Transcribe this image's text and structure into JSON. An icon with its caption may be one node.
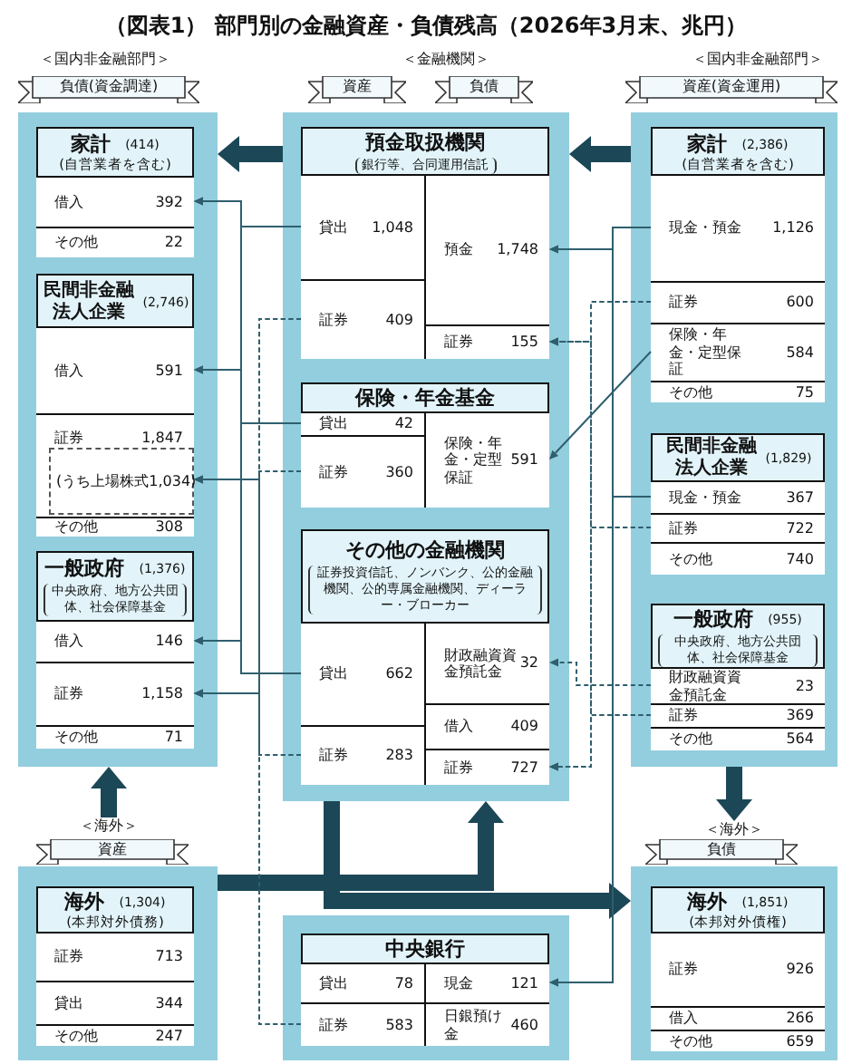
{
  "diagram": {
    "title": "（図表1） 部門別の金融資産・負債残高（2026年3月末、兆円）",
    "nodes": [
      {
        "text": [
          "負債(資金調達)"
        ]
      },
      {
        "text": [
          "資産"
        ]
      },
      {
        "text": [
          "負債"
        ]
      },
      {
        "text": [
          "資産(資金運用)"
        ]
      },
      {
        "text": [],
        "shape": "box"
      },
      {
        "text": [
          "家計",
          "(414)",
          "(自営業者を含む)"
        ],
        "in": 4
      },
      {
        "text": [
          "借入",
          "392"
        ],
        "in": 5
      },
      {
        "text": [
          "その他",
          "22"
        ],
        "in": 5
      },
      {
        "text": [
          "民間非金融法人企業",
          "(2,746)"
        ],
        "in": 4
      },
      {
        "text": [
          "借入",
          "591"
        ],
        "in": 8
      },
      {
        "text": [
          "証券",
          "1,847"
        ],
        "in": 8
      },
      {
        "text": [
          "(うち上場株式",
          "1,034)"
        ],
        "in": 10
      },
      {
        "text": [
          "その他",
          "308"
        ],
        "in": 8
      },
      {
        "text": [
          "一般政府",
          "(1,376)",
          "中央政府、地方公共団体、社会保障基金"
        ],
        "in": 4
      },
      {
        "text": [
          "借入",
          "146"
        ],
        "in": 13
      },
      {
        "text": [
          "証券",
          "1,158"
        ],
        "in": 13
      },
      {
        "text": [
          "その他",
          "71"
        ],
        "in": 13
      },
      {
        "text": [],
        "shape": "box"
      },
      {
        "text": [
          "預金取扱機関",
          "銀行等、合同運用信託"
        ],
        "in": 17
      },
      {
        "text": [
          "貸出",
          "1,048"
        ],
        "in": 18
      },
      {
        "text": [
          "証券",
          "409"
        ],
        "in": 18
      },
      {
        "text": [
          "預金",
          "1,748"
        ],
        "in": 18
      },
      {
        "text": [
          "証券",
          "155"
        ],
        "in": 18
      },
      {
        "text": [
          "保険・年金基金"
        ],
        "in": 17
      },
      {
        "text": [
          "貸出",
          "42"
        ],
        "in": 23
      },
      {
        "text": [
          "証券",
          "360"
        ],
        "in": 23
      },
      {
        "text": [
          "保険・年金・定型保証",
          "591"
        ],
        "in": 23
      },
      {
        "text": [
          "その他の金融機関",
          "証券投資信託、ノンバンク、公的金融機関、公的専属金融機関、ディーラー・ブローカー"
        ],
        "in": 17
      },
      {
        "text": [
          "貸出",
          "662"
        ],
        "in": 27
      },
      {
        "text": [
          "証券",
          "283"
        ],
        "in": 27
      },
      {
        "text": [
          "財政融資資金預託金",
          "32"
        ],
        "in": 27
      },
      {
        "text": [
          "借入",
          "409"
        ],
        "in": 27
      },
      {
        "text": [
          "証券",
          "727"
        ],
        "in": 27
      },
      {
        "text": [],
        "shape": "box"
      },
      {
        "text": [
          "家計",
          "(2,386)",
          "(自営業者を含む)"
        ],
        "in": 33
      },
      {
        "text": [
          "現金・預金",
          "1,126"
        ],
        "in": 34
      },
      {
        "text": [
          "証券",
          "600"
        ],
        "in": 34
      },
      {
        "text": [
          "保険・年金・定型保証",
          "584"
        ],
        "in": 34
      },
      {
        "text": [
          "その他",
          "75"
        ],
        "in": 34
      },
      {
        "text": [
          "民間非金融法人企業",
          "(1,829)"
        ],
        "in": 33
      },
      {
        "text": [
          "現金・預金",
          "367"
        ],
        "in": 39
      },
      {
        "text": [
          "証券",
          "722"
        ],
        "in": 39
      },
      {
        "text": [
          "その他",
          "740"
        ],
        "in": 39
      },
      {
        "text": [
          "一般政府",
          "(955)",
          "中央政府、地方公共団体、社会保障基金"
        ],
        "in": 33
      },
      {
        "text": [
          "財政融資資金預託金",
          "23"
        ],
        "in": 43
      },
      {
        "text": [
          "証券",
          "369"
        ],
        "in": 43
      },
      {
        "text": [
          "その他",
          "564"
        ],
        "in": 43
      },
      {
        "text": [
          "資産"
        ]
      },
      {
        "text": [
          "負債"
        ]
      },
      {
        "text": [],
        "shape": "box"
      },
      {
        "text": [
          "海外",
          "(1,304)",
          "(本邦対外債務)"
        ],
        "in": 49
      },
      {
        "text": [
          "証券",
          "713"
        ],
        "in": 50
      },
      {
        "text": [
          "貸出",
          "344"
        ],
        "in": 50
      },
      {
        "text": [
          "その他",
          "247"
        ],
        "in": 50
      },
      {
        "text": [],
        "shape": "box"
      },
      {
        "text": [
          "中央銀行"
        ],
        "in": 54
      },
      {
        "text": [
          "貸出",
          "78"
        ],
        "in": 55
      },
      {
        "text": [
          "証券",
          "583"
        ],
        "in": 55
      },
      {
        "text": [
          "現金",
          "121"
        ],
        "in": 55
      },
      {
        "text": [
          "日銀預け金",
          "460"
        ],
        "in": 55
      },
      {
        "text": [],
        "shape": "box"
      },
      {
        "text": [
          "海外",
          "(1,851)",
          "(本邦対外債権)"
        ],
        "in": 60
      },
      {
        "text": [
          "証券",
          "926"
        ],
        "in": 61
      },
      {
        "text": [
          "借入",
          "266"
        ],
        "in": 61
      },
      {
        "text": [
          "その他",
          "659"
        ],
        "in": 61
      },
      {
        "text": [
          "＜海外＞"
        ]
      },
      {
        "text": [
          "＜海外＞"
        ]
      }
    ],
    "edges": [
      {
        "from": 17,
        "to": 4,
        "arrow": "to",
        "style": "thick",
        "color": "#1b4756"
      },
      {
        "from": 33,
        "to": 17,
        "arrow": "to",
        "style": "thick",
        "color": "#1b4756"
      },
      {
        "from": 65,
        "to": 4,
        "arrow": "to",
        "style": "thick",
        "color": "#1b4756"
      },
      {
        "from": 33,
        "to": 66,
        "arrow": "to",
        "style": "thick",
        "color": "#1b4756"
      },
      {
        "from": 17,
        "to": 60,
        "arrow": "to",
        "style": "thick",
        "color": "#1b4756"
      },
      {
        "from": 49,
        "to": 17,
        "arrow": "to",
        "style": "thick",
        "color": "#1b4756"
      },
      {
        "from": 19,
        "to": 6,
        "arrow": "to"
      },
      {
        "from": 19,
        "to": 9,
        "arrow": "to"
      },
      {
        "from": 19,
        "to": 14,
        "arrow": "to"
      },
      {
        "from": 24,
        "to": 6,
        "arrow": "to"
      },
      {
        "from": 24,
        "to": 9,
        "arrow": "to"
      },
      {
        "from": 24,
        "to": 14,
        "arrow": "to"
      },
      {
        "from": 28,
        "to": 6,
        "arrow": "to"
      },
      {
        "from": 28,
        "to": 9,
        "arrow": "to"
      },
      {
        "from": 28,
        "to": 14,
        "arrow": "to"
      },
      {
        "from": 20,
        "to": 11,
        "arrow": "to",
        "style": "dashed"
      },
      {
        "from": 20,
        "to": 15,
        "arrow": "to",
        "style": "dashed"
      },
      {
        "from": 25,
        "to": 11,
        "arrow": "to",
        "style": "dashed"
      },
      {
        "from": 25,
        "to": 15,
        "arrow": "to",
        "style": "dashed"
      },
      {
        "from": 29,
        "to": 11,
        "arrow": "to",
        "style": "dashed"
      },
      {
        "from": 29,
        "to": 15,
        "arrow": "to",
        "style": "dashed"
      },
      {
        "from": 57,
        "to": 11,
        "arrow": "to",
        "style": "dashed"
      },
      {
        "from": 57,
        "to": 15,
        "arrow": "to",
        "style": "dashed"
      },
      {
        "from": 35,
        "to": 21,
        "arrow": "to"
      },
      {
        "from": 35,
        "to": 58,
        "arrow": "to"
      },
      {
        "from": 40,
        "to": 21,
        "arrow": "to"
      },
      {
        "from": 40,
        "to": 58,
        "arrow": "to"
      },
      {
        "from": 36,
        "to": 22,
        "arrow": "to",
        "style": "dashed"
      },
      {
        "from": 36,
        "to": 32,
        "arrow": "to",
        "style": "dashed"
      },
      {
        "from": 41,
        "to": 22,
        "arrow": "to",
        "style": "dashed"
      },
      {
        "from": 41,
        "to": 32,
        "arrow": "to",
        "style": "dashed"
      },
      {
        "from": 45,
        "to": 22,
        "arrow": "to",
        "style": "dashed"
      },
      {
        "from": 45,
        "to": 32,
        "arrow": "to",
        "style": "dashed"
      },
      {
        "from": 37,
        "to": 26,
        "arrow": "to"
      },
      {
        "from": 44,
        "to": 30,
        "arrow": "to",
        "style": "dashed"
      }
    ],
    "labels": [
      "＜国内非金融部門＞",
      "＜金融機関＞",
      "＜国内非金融部門＞"
    ]
  }
}
